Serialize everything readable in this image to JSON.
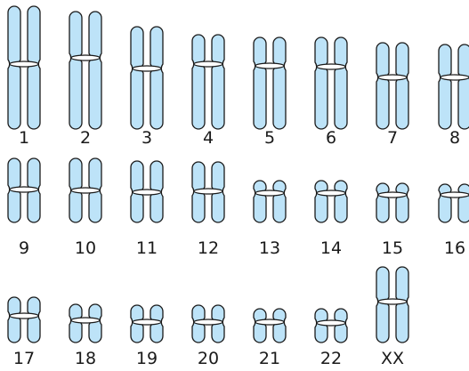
{
  "colors": {
    "chromatid_fill": "#bde3f8",
    "outline": "#1a1a1a",
    "centromere": "#ffffff",
    "background": "#ffffff"
  },
  "pairs": [
    {
      "label": "1"
    },
    {
      "label": "2"
    },
    {
      "label": "3"
    },
    {
      "label": "4"
    },
    {
      "label": "5"
    },
    {
      "label": "6"
    },
    {
      "label": "7"
    },
    {
      "label": "8"
    },
    {
      "label": "9"
    },
    {
      "label": "10"
    },
    {
      "label": "11"
    },
    {
      "label": "12"
    },
    {
      "label": "13"
    },
    {
      "label": "14"
    },
    {
      "label": "15"
    },
    {
      "label": "16"
    },
    {
      "label": "17"
    },
    {
      "label": "18"
    },
    {
      "label": "19"
    },
    {
      "label": "20"
    },
    {
      "label": "21"
    },
    {
      "label": "22"
    },
    {
      "label": "XX"
    }
  ]
}
